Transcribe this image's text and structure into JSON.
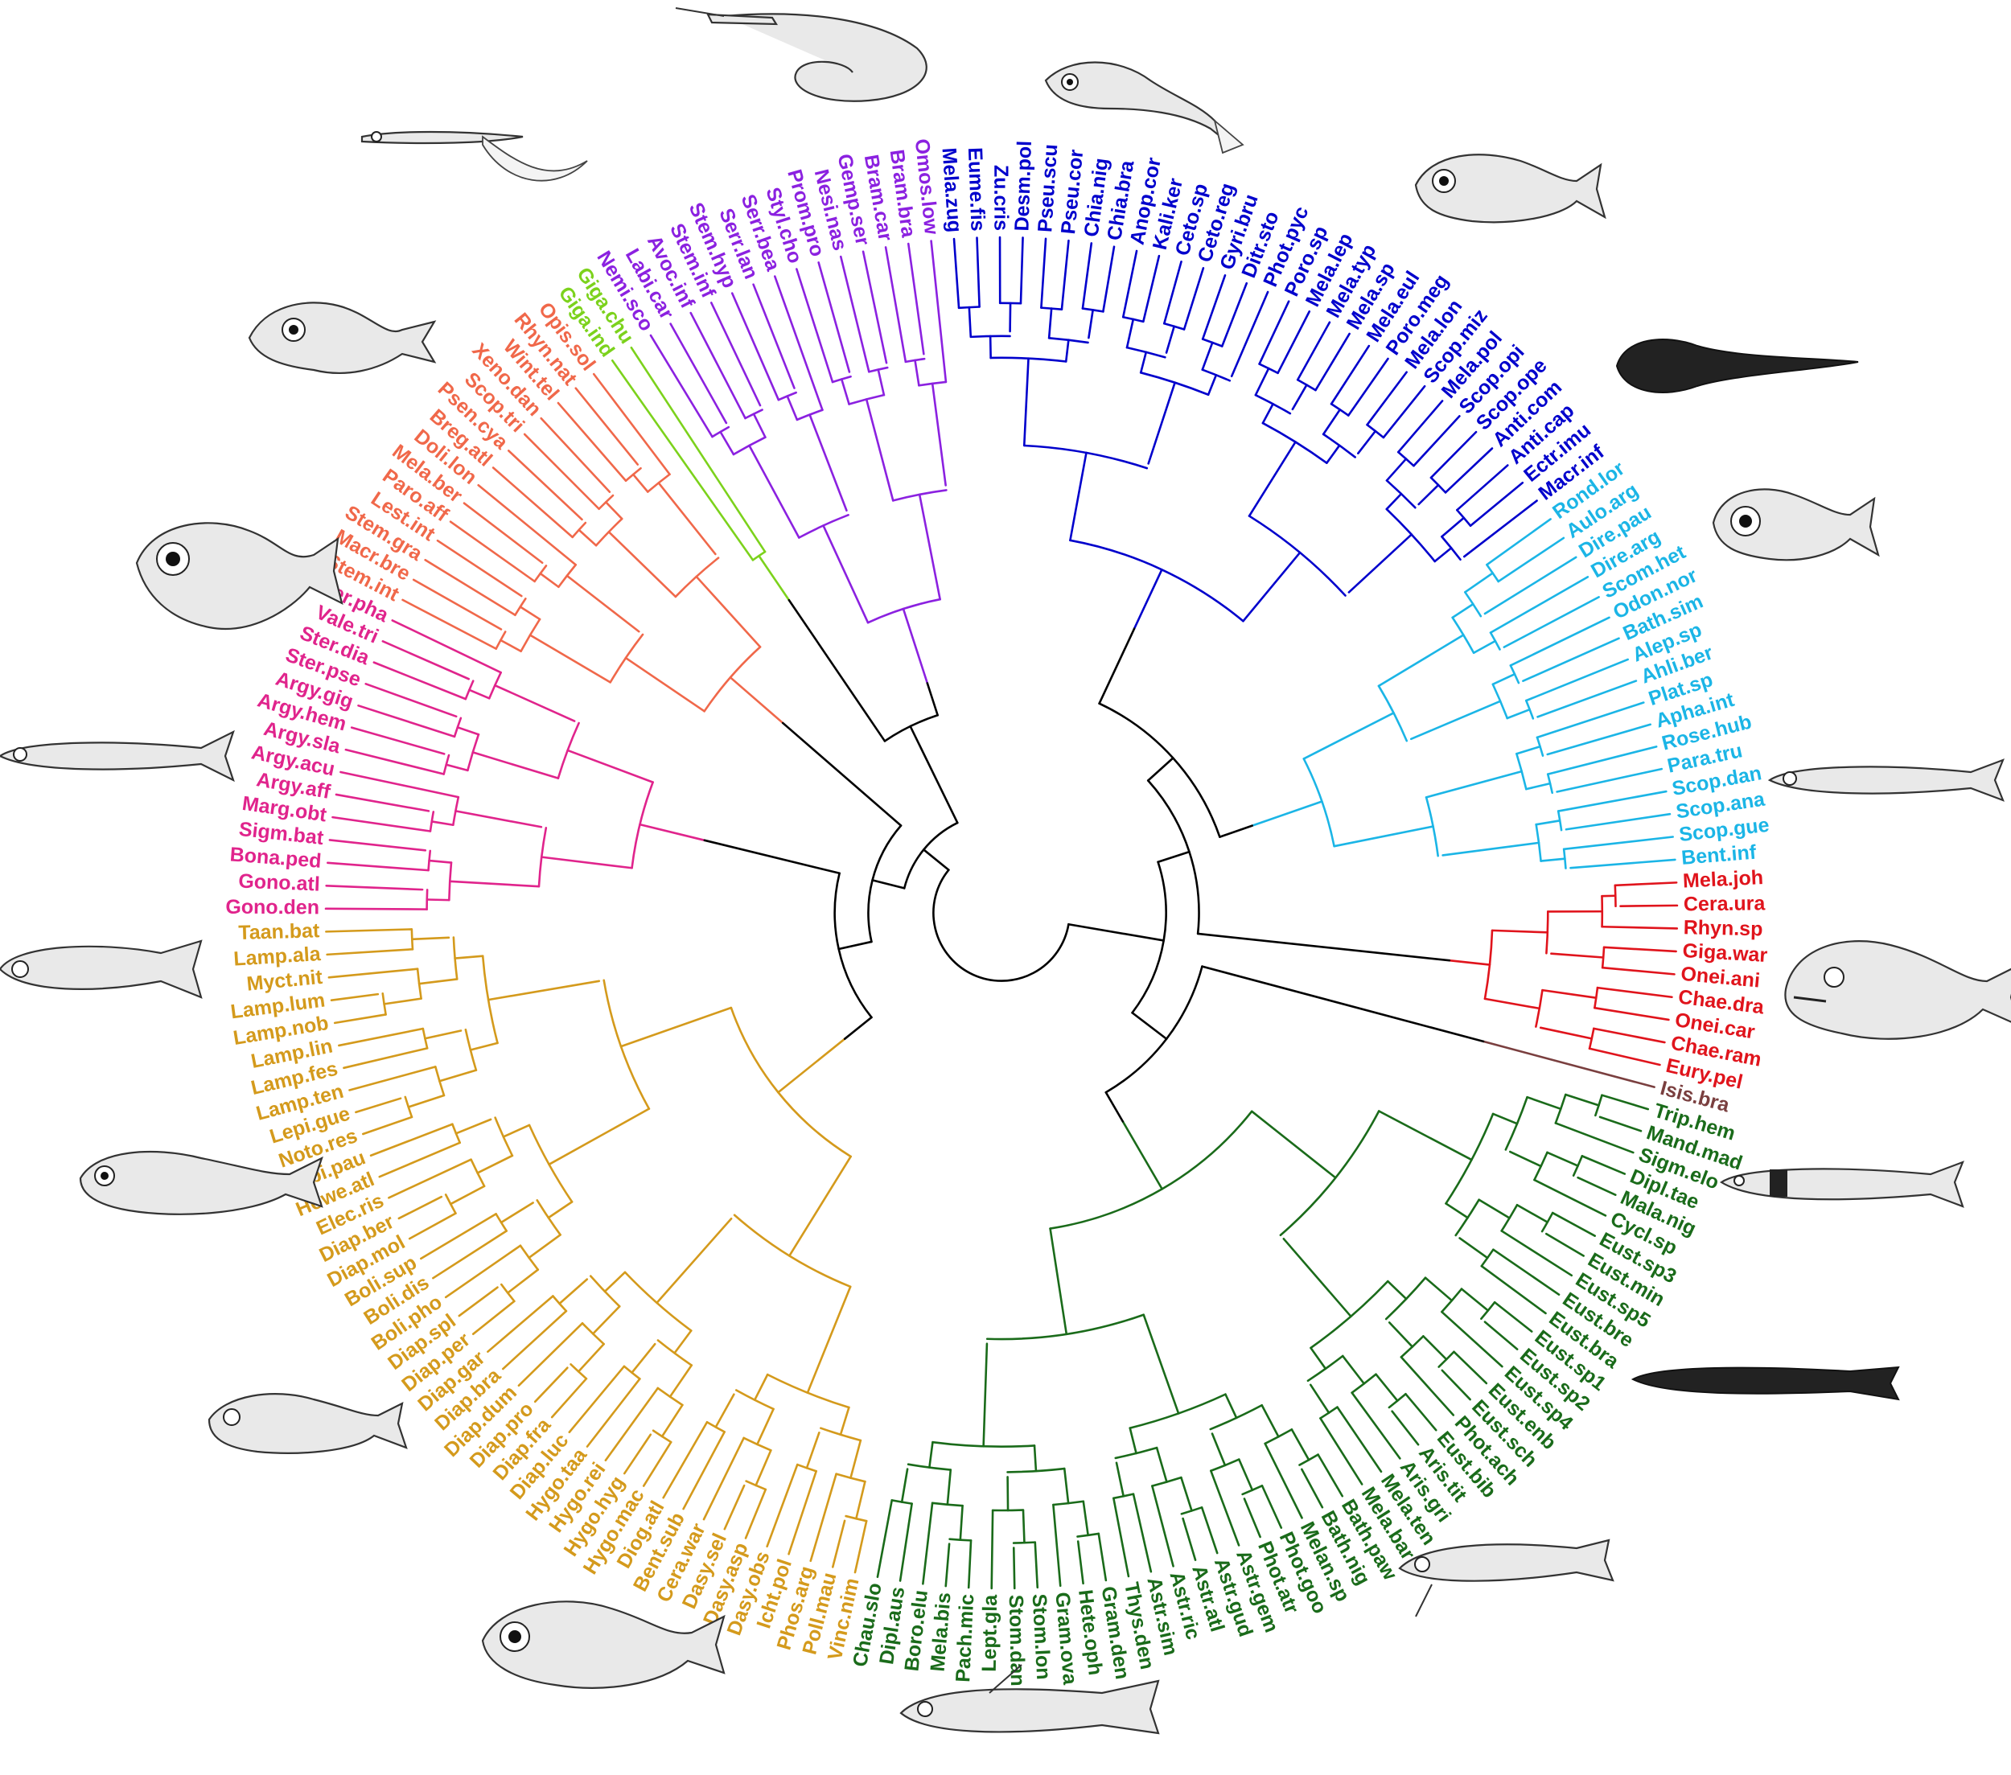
{
  "colors": {
    "Aulopiformes": "#0000cc",
    "Myctophiformes_light": "#1bb5e6",
    "Lophiiformes": "#e0141c",
    "Isis": "#7a3f3f",
    "Stomiiformes_dark": "#1a6b1a",
    "Myctophidae": "#d49a1c",
    "Sternoptychidae": "#e0248c",
    "Melamphaidae": "#f0684a",
    "Giganturidae": "#7cd21c",
    "Trachiniformes": "#8b21e0",
    "backbone": "#000000"
  },
  "clades": [
    {
      "color": "#0000cc",
      "tips": [
        "Mela.zug",
        "Eume.fis",
        "Zu.cris",
        "Desm.pol",
        "Pseu.scu",
        "Pseu.cor",
        "Chia.nig",
        "Chia.bra",
        "Anop.cor",
        "Kali.ker",
        "Ceto.sp",
        "Ceto.reg",
        "Gyri.bru",
        "Ditr.sto",
        "Phot.pyc",
        "Poro.sp",
        "Mela.lep",
        "Mela.typ",
        "Mela.sp",
        "Mela.eul",
        "Poro.meg",
        "Mela.lon",
        "Scop.miz",
        "Mela.pol",
        "Scop.opi",
        "Scop.ope",
        "Anti.com",
        "Anti.cap",
        "Ectr.imu",
        "Macr.inf"
      ]
    },
    {
      "color": "#1bb5e6",
      "tips": [
        "Rond.lor",
        "Aulo.arg",
        "Dire.pau",
        "Dire.arg",
        "Scom.het",
        "Odon.nor",
        "Bath.sim",
        "Alep.sp",
        "Ahli.ber",
        "Plat.sp",
        "Apha.int",
        "Rose.hub",
        "Para.tru",
        "Scop.dan",
        "Scop.ana",
        "Scop.gue",
        "Bent.inf"
      ]
    },
    {
      "color": "#e0141c",
      "tips": [
        "Mela.joh",
        "Cera.ura",
        "Rhyn.sp",
        "Giga.war",
        "Onei.ani",
        "Chae.dra",
        "Onei.car",
        "Chae.ram",
        "Eury.pel"
      ]
    },
    {
      "color": "#7a3f3f",
      "tips": [
        "Isis.bra"
      ]
    },
    {
      "color": "#1a6b1a",
      "tips": [
        "Trip.hem",
        "Mand.mad",
        "Sigm.elo",
        "Dipl.tae",
        "Mala.nig",
        "Cycl.sp",
        "Eust.sp3",
        "Eust.min",
        "Eust.sp5",
        "Eust.bre",
        "Eust.bra",
        "Eust.sp1",
        "Eust.sp2",
        "Eust.sp4",
        "Eust.enb",
        "Eust.sch",
        "Phot.ach",
        "Eust.bib",
        "Aris.tit",
        "Aris.gri",
        "Mela.ten",
        "Mela.bar",
        "Bath.paw",
        "Bath.nig",
        "Melan.sp",
        "Phot.goo",
        "Phot.atr",
        "Astr.gem",
        "Astr.gud",
        "Astr.atl",
        "Astr.ric",
        "Astr.sim",
        "Thys.den",
        "Gram.den",
        "Hete.oph",
        "Gram.ova",
        "Stom.lon",
        "Stom.dan",
        "Lept.gla",
        "Pach.mic",
        "Mela.bis",
        "Boro.elu",
        "Dipl.aus",
        "Chau.slo"
      ]
    },
    {
      "color": "#d49a1c",
      "tips": [
        "Vinc.nim",
        "Poll.mau",
        "Phos.arg",
        "Icht.pol",
        "Dasy.obs",
        "Dasy.asp",
        "Dasy.sel",
        "Cera.war",
        "Bent.sub",
        "Diog.atl",
        "Hygo.mac",
        "Hygo.hyg",
        "Hygo.rei",
        "Hygo.taa",
        "Diap.luc",
        "Diap.fra",
        "Diap.pro",
        "Diap.dum",
        "Diap.bra",
        "Diap.gar",
        "Diap.per",
        "Diap.spl",
        "Boli.pho",
        "Boli.dis",
        "Boli.sup",
        "Diap.mol",
        "Diap.ber",
        "Elec.ris",
        "Howe.atl",
        "Cubi.pau",
        "Noto.res",
        "Lepi.gue",
        "Lamp.ten",
        "Lamp.fes",
        "Lamp.lin",
        "Lamp.nob",
        "Lamp.lum",
        "Myct.nit",
        "Lamp.ala",
        "Taan.bat"
      ]
    },
    {
      "color": "#e0248c",
      "tips": [
        "Gono.den",
        "Gono.atl",
        "Bona.ped",
        "Sigm.bat",
        "Marg.obt",
        "Argy.aff",
        "Argy.acu",
        "Argy.sla",
        "Argy.hem",
        "Argy.gig",
        "Ster.pse",
        "Ster.dia",
        "Vale.tri",
        "Ster.pha"
      ]
    },
    {
      "color": "#f0684a",
      "tips": [
        "Stem.int",
        "Macr.bre",
        "Stem.gra",
        "Lest.int",
        "Paro.aff",
        "Mela.ber",
        "Doli.lon",
        "Breg.atl",
        "Psen.cya",
        "Scop.tri",
        "Xeno.dan",
        "Wint.tel",
        "Rhyn.nat",
        "Opis.sol"
      ]
    },
    {
      "color": "#7cd21c",
      "tips": [
        "Giga.ind",
        "Giga.chu"
      ]
    },
    {
      "color": "#8b21e0",
      "tips": [
        "Nemi.sco",
        "Labi.car",
        "Avoc.inf",
        "Stem.inf",
        "Stem.hyp",
        "Serr.lan",
        "Serr.bea",
        "Styl.cho",
        "Prom.pro",
        "Nesi.nas",
        "Gemp.ser",
        "Bram.car",
        "Bram.bra",
        "Omos.low"
      ]
    }
  ],
  "fish_icons": [
    {
      "name": "eel-fish-icon"
    },
    {
      "name": "dragonfish-icon"
    },
    {
      "name": "hatchetfish-icon"
    },
    {
      "name": "lanternfish-icon"
    },
    {
      "name": "anglerfish-icon"
    },
    {
      "name": "barracudina-icon"
    },
    {
      "name": "bristlemouth-icon"
    },
    {
      "name": "tripod-fish-icon"
    }
  ]
}
